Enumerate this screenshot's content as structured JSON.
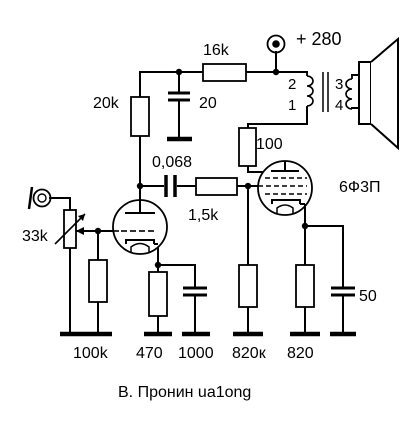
{
  "labels": {
    "supply": "+ 280",
    "r_feed": "16k",
    "r_plate1": "20k",
    "c_feed": "20",
    "r_plate2": "100",
    "c_couple": "0,068",
    "r_grid_stop": "1,5k",
    "tube2": "6Ф3П",
    "pot": "33k",
    "r_grid1": "100k",
    "r_cathode1": "470",
    "c_cathode1": "1000",
    "r_grid2": "820к",
    "r_cathode2": "820",
    "c_cathode2": "50",
    "tr_1": "1",
    "tr_2": "2",
    "tr_3": "3",
    "tr_4": "4",
    "credit": "В. Пронин ua1ong"
  }
}
